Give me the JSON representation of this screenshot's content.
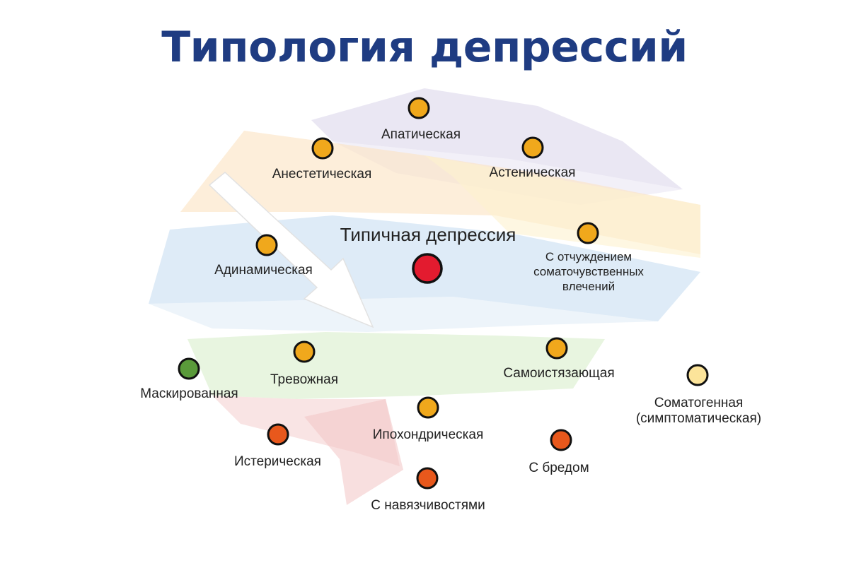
{
  "title": "Типология депрессий",
  "colors": {
    "title": "#1f3c82",
    "center_node": "#e31b2f",
    "typical_node": "#f0a81c",
    "masked_node": "#5a9a3a",
    "severe_node": "#e8581c",
    "somatogenic_node": "#fce49a",
    "node_outline": "#111111"
  },
  "nodes": {
    "center": {
      "label": "Типичная депрессия",
      "kind": "center"
    },
    "apatheticheskaya": {
      "label": "Апатическая",
      "kind": "typical"
    },
    "anesteticheskaya": {
      "label": "Анестетическая",
      "kind": "typical"
    },
    "astenicheskaya": {
      "label": "Астеническая",
      "kind": "typical"
    },
    "adinamicheskaya": {
      "label": "Адинамическая",
      "kind": "typical"
    },
    "otchuzhdenie": {
      "label": "С отчуждением соматочувственных влечений",
      "kind": "typical"
    },
    "trevozhnaya": {
      "label": "Тревожная",
      "kind": "typical"
    },
    "samoistyazayushchaya": {
      "label": "Самоистязающая",
      "kind": "typical"
    },
    "maskirovannaya": {
      "label": "Маскированная",
      "kind": "masked"
    },
    "somatogennaya": {
      "label": "Соматогенная (симптоматическая)",
      "kind": "somatogenic"
    },
    "ipokhondricheskaya": {
      "label": "Ипохондрическая",
      "kind": "typical"
    },
    "istericheskaya": {
      "label": "Истерическая",
      "kind": "severe"
    },
    "s_bredom": {
      "label": "С бредом",
      "kind": "severe"
    },
    "s_navyazchivostyami": {
      "label": "С навязчивостями",
      "kind": "severe"
    }
  }
}
